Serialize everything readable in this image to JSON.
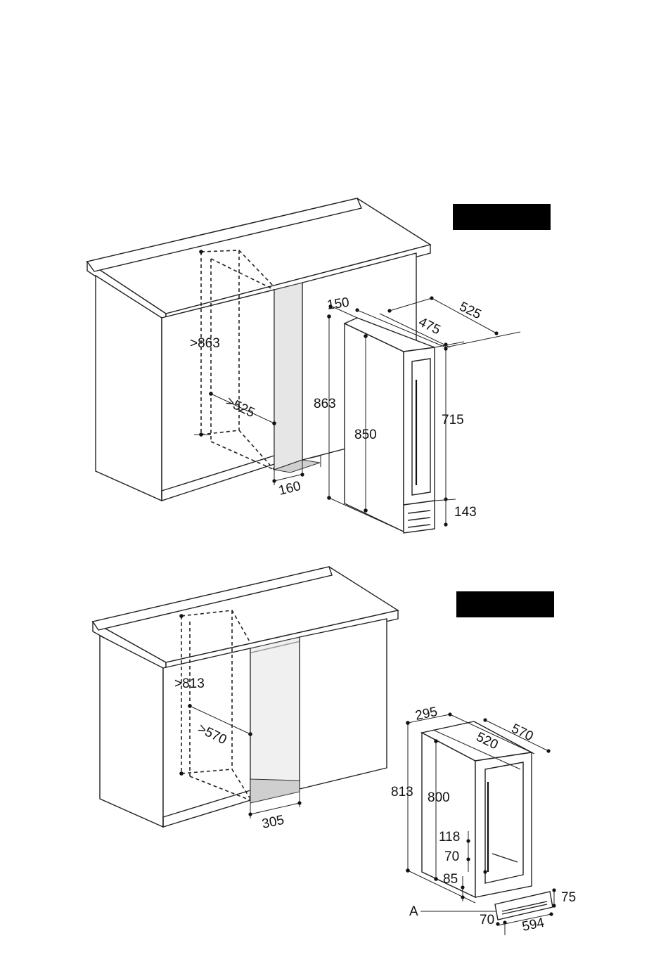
{
  "labels": {
    "units": {
      "top": {
        "niche_height": ">863",
        "niche_depth": ">525",
        "niche_width": "160",
        "appliance_width": "150",
        "appliance_depth_body": "475",
        "appliance_depth_total": "525",
        "appliance_height_total": "863",
        "appliance_height_body": "850",
        "door_height": "715",
        "plinth_height": "143"
      },
      "bottom": {
        "niche_height": ">813",
        "niche_depth": ">570",
        "niche_width": "305",
        "appliance_width": "295",
        "appliance_depth_body": "520",
        "appliance_depth_total": "570",
        "appliance_height_total": "813",
        "appliance_height_body": "800",
        "hinge_offset_upper": "118",
        "hinge_offset_lower": "70",
        "foot_height": "85",
        "plinth_height": "75",
        "plinth_offset": "70",
        "plinth_width": "594",
        "callout_a": "A"
      }
    }
  }
}
